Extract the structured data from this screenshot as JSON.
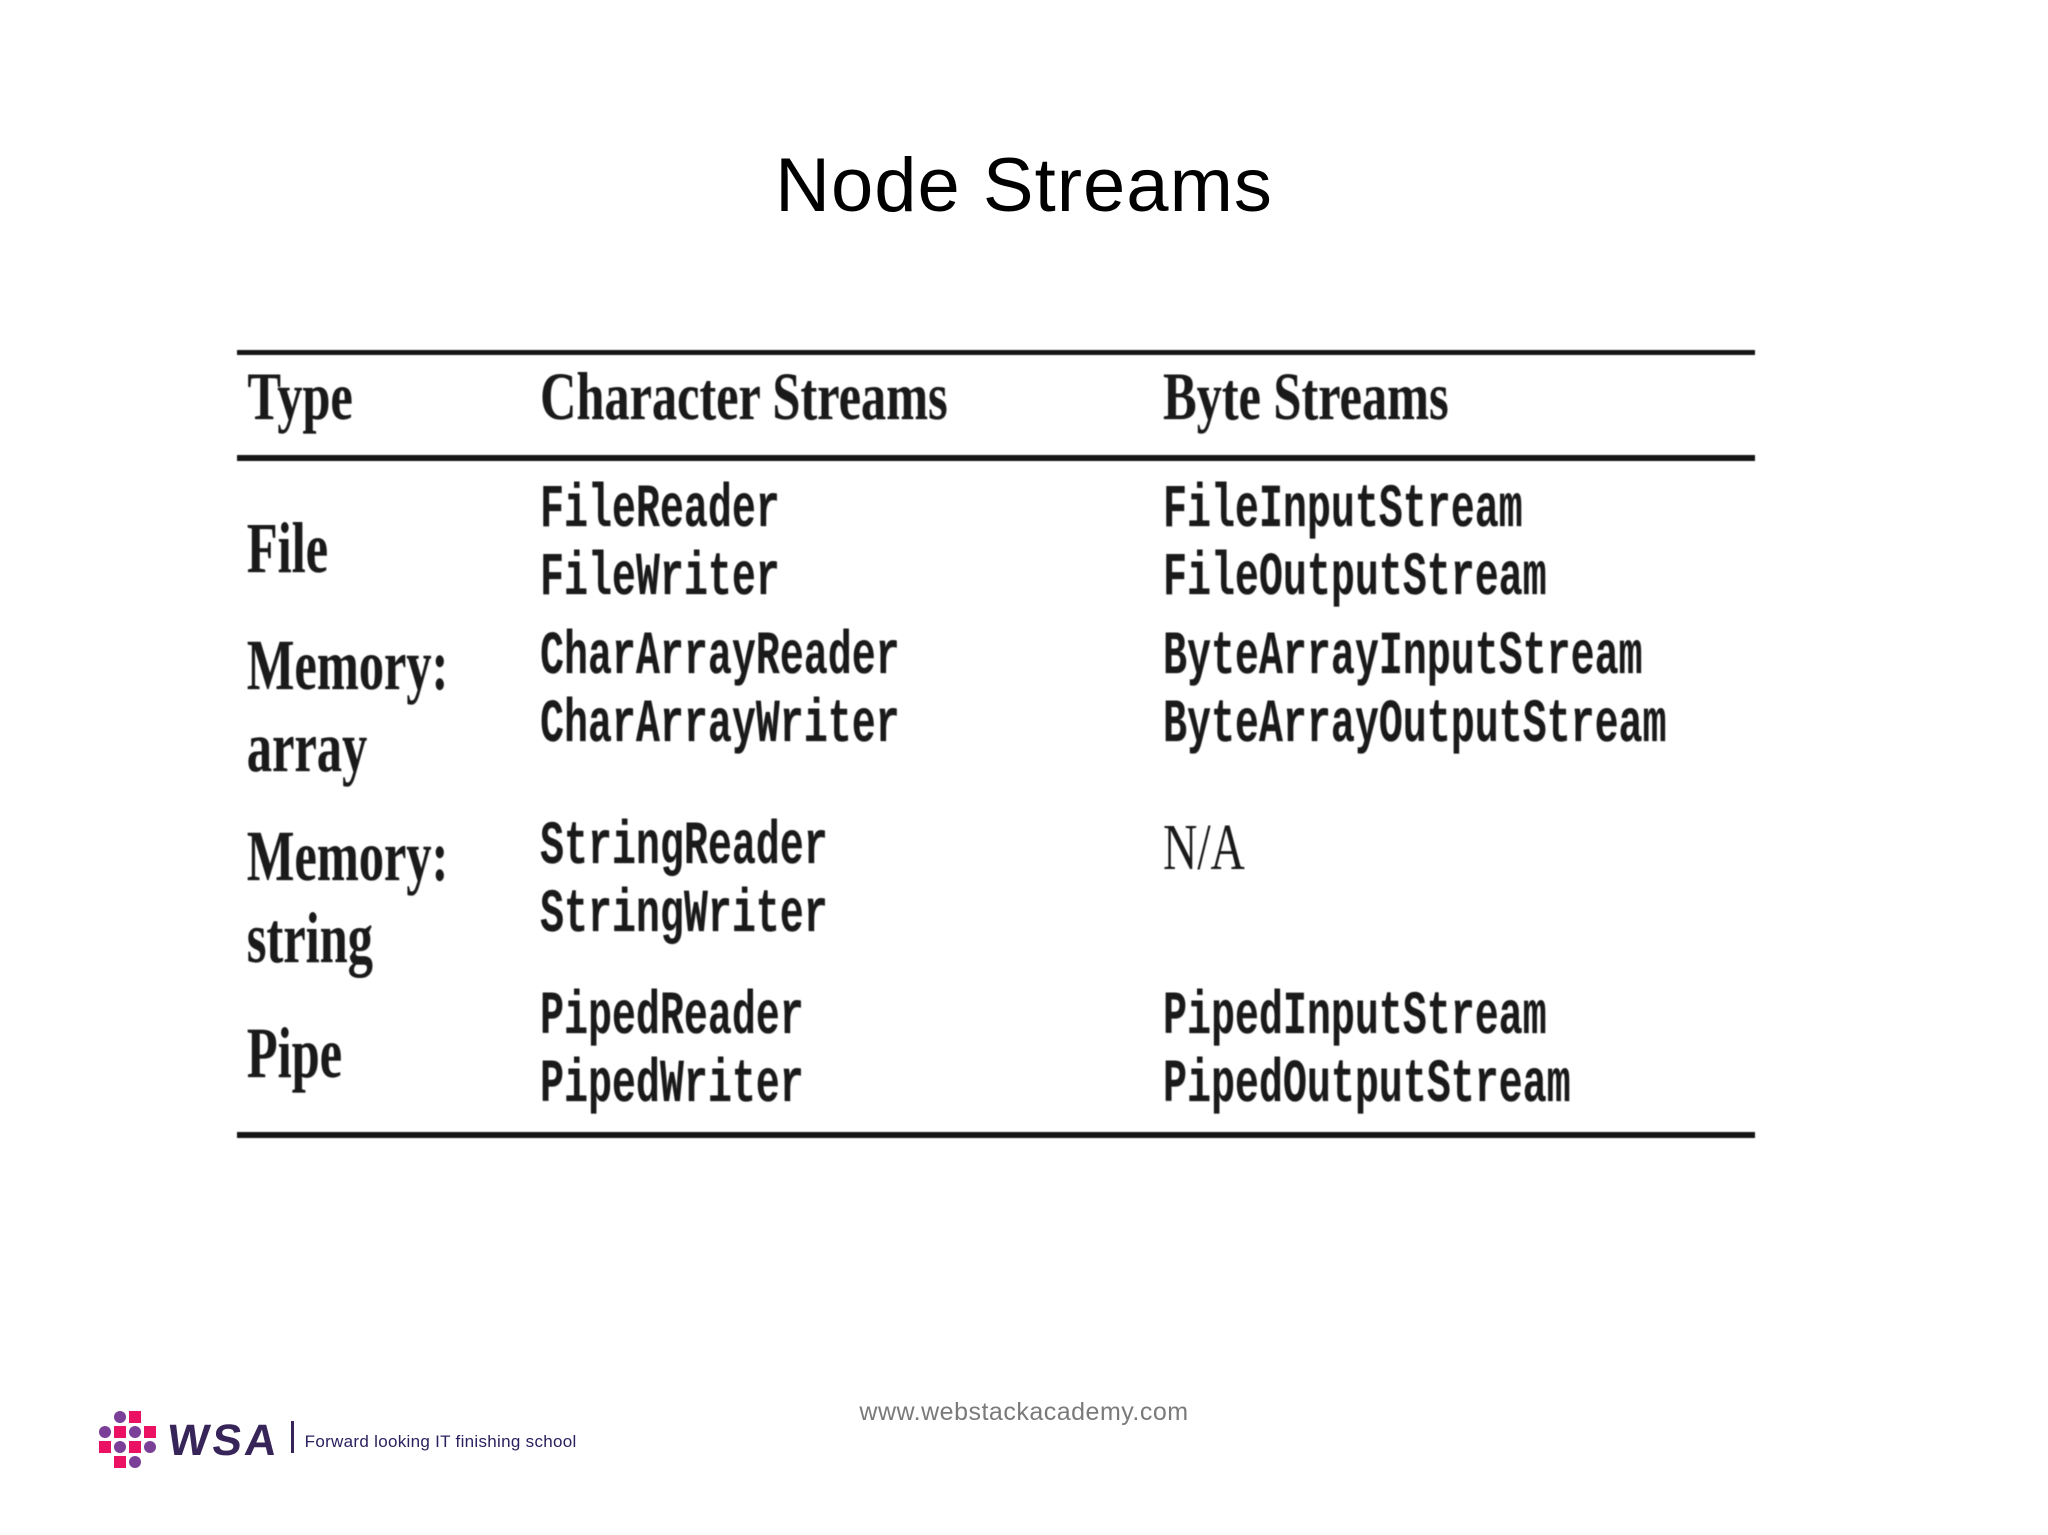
{
  "slide": {
    "title": "Node Streams",
    "background": "#ffffff"
  },
  "table": {
    "headers": [
      "Type",
      "Character Streams",
      "Byte Streams"
    ],
    "rows": [
      {
        "type_lines": [
          "File"
        ],
        "character_streams": [
          "FileReader",
          "FileWriter"
        ],
        "byte_streams": [
          "FileInputStream",
          "FileOutputStream"
        ]
      },
      {
        "type_lines": [
          "Memory:",
          "array"
        ],
        "character_streams": [
          "CharArrayReader",
          "CharArrayWriter"
        ],
        "byte_streams": [
          "ByteArrayInputStream",
          "ByteArrayOutputStream"
        ]
      },
      {
        "type_lines": [
          "Memory:",
          "string"
        ],
        "character_streams": [
          "StringReader",
          "StringWriter"
        ],
        "byte_streams": [
          "N/A"
        ]
      },
      {
        "type_lines": [
          "Pipe"
        ],
        "character_streams": [
          "PipedReader",
          "PipedWriter"
        ],
        "byte_streams": [
          "PipedInputStream",
          "PipedOutputStream"
        ]
      }
    ]
  },
  "footer": {
    "url": "www.webstackacademy.com"
  },
  "logo": {
    "brand": "WSA",
    "tagline": "Forward looking IT finishing school",
    "colors": {
      "pink": "#ea1162",
      "purple": "#7c3f97",
      "brand_dark": "#372458"
    }
  }
}
